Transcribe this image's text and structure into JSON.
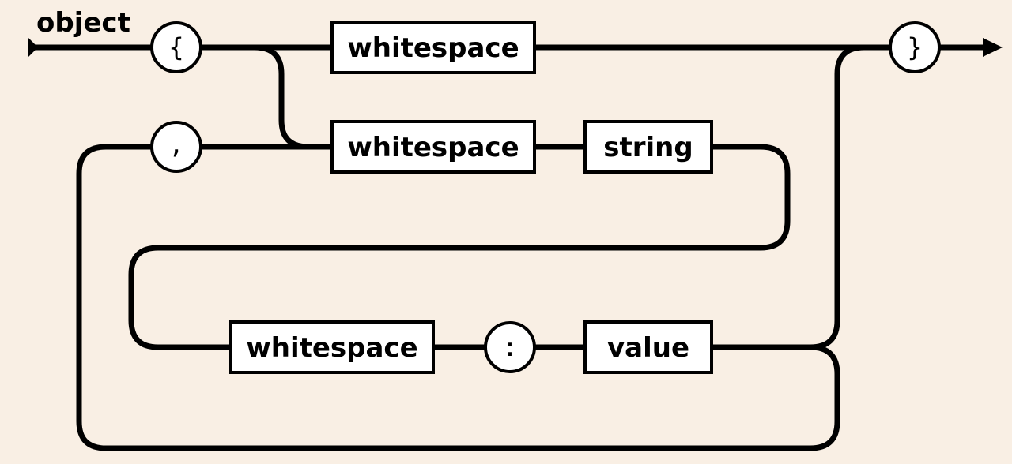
{
  "title": "object",
  "nodes": {
    "open_brace": "{",
    "close_brace": "}",
    "comma": ",",
    "colon": ":",
    "whitespace_top": "whitespace",
    "whitespace_mid": "whitespace",
    "string": "string",
    "whitespace_bottom": "whitespace",
    "value": "value"
  }
}
